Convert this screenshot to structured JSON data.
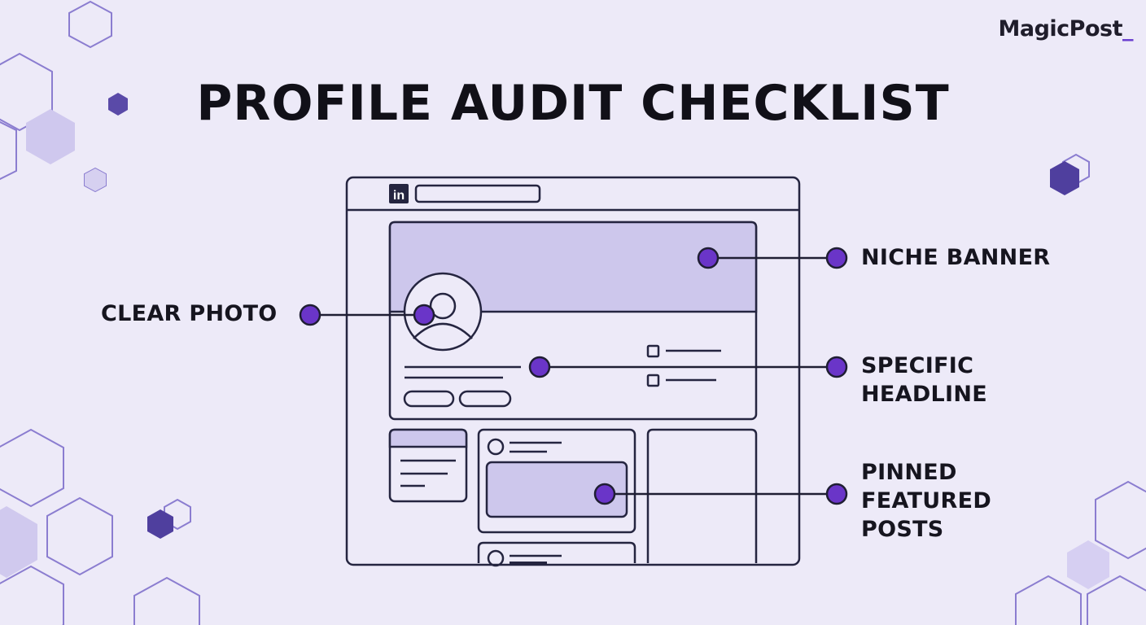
{
  "brand": {
    "name": "MagicPost",
    "cursor": "_"
  },
  "title": "PROFILE AUDIT CHECKLIST",
  "mockup": {
    "logo_text": "in"
  },
  "callouts": {
    "clear_photo": {
      "lines": [
        "CLEAR PHOTO"
      ]
    },
    "niche_banner": {
      "lines": [
        "NICHE BANNER"
      ]
    },
    "specific_headline": {
      "lines": [
        "SPECIFIC",
        "HEADLINE"
      ]
    },
    "pinned_featured": {
      "lines": [
        "PINNED",
        "FEATURED",
        "POSTS"
      ]
    }
  },
  "colors": {
    "background": "#edeaf8",
    "outline": "#252540",
    "accent": "#6a35c8",
    "banner_fill": "#cdc7ec",
    "hexagon": "#7a68c4"
  }
}
